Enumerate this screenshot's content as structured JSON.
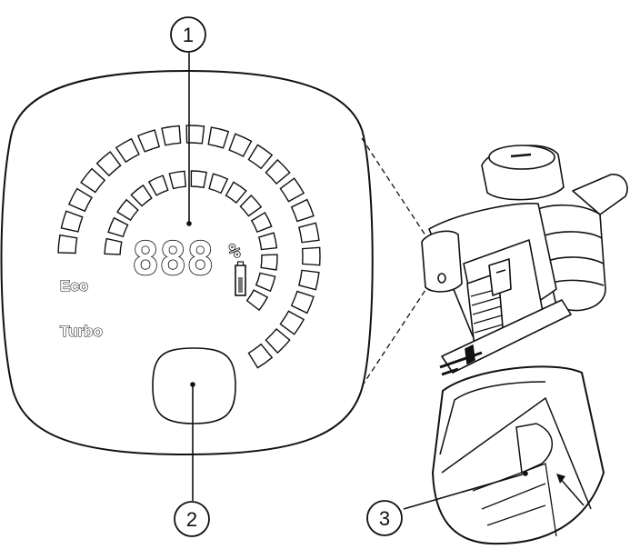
{
  "callouts": [
    {
      "number": "1"
    },
    {
      "number": "2"
    },
    {
      "number": "3"
    }
  ],
  "display": {
    "digits": "888",
    "percent_sign": "%",
    "modes": {
      "eco": "Eco",
      "turbo": "Turbo"
    }
  },
  "icons": [
    "battery-icon",
    "power-button-icon",
    "vacuum-cleaner-icon",
    "release-latch-icon"
  ]
}
